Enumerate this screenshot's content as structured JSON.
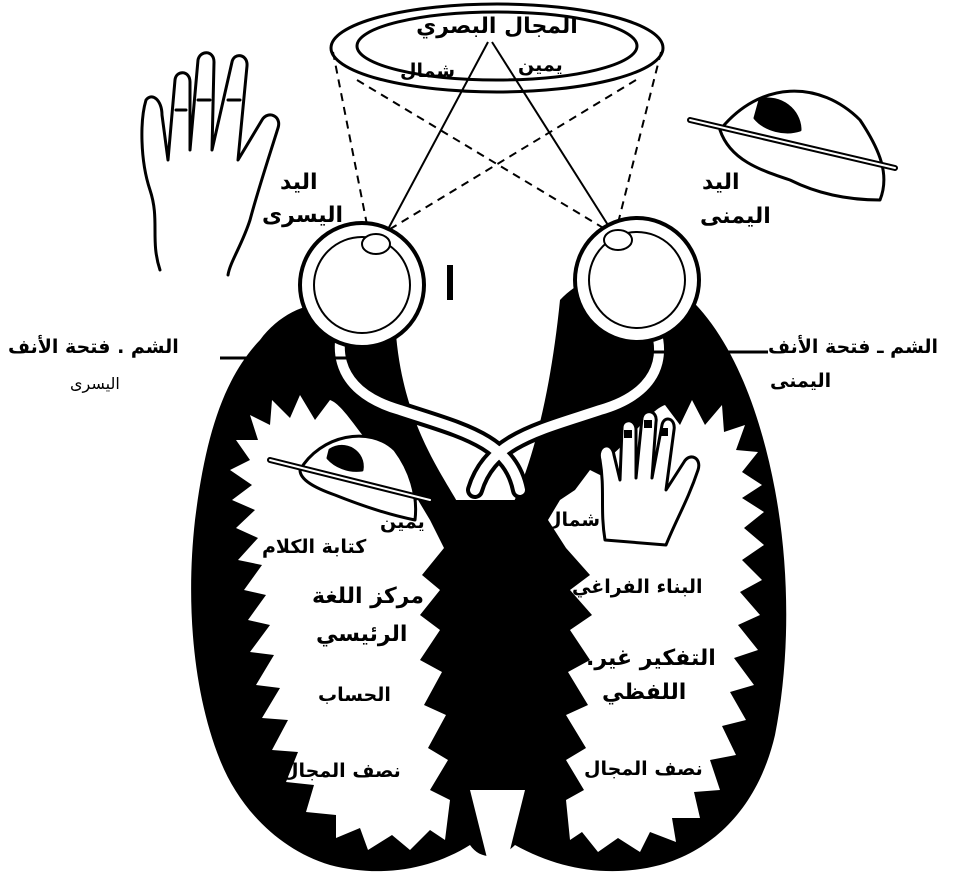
{
  "visual_field": {
    "title": "المجال البصري",
    "right": "يمين",
    "left": "شمال"
  },
  "left_hand": {
    "line1": "اليد",
    "line2": "اليسرى"
  },
  "right_hand": {
    "line1": "اليد",
    "line2": "اليمنى"
  },
  "smell_left": {
    "line1": "الشم . فتحة الأنف",
    "line2": "اليسرى"
  },
  "smell_right": {
    "line1": "الشم ـ فتحة الأنف",
    "line2": "اليمنى"
  },
  "left_hemisphere": {
    "right_word": "يمين",
    "writing": "كتابة الكلام",
    "language_1": "مركز اللغة",
    "language_2": "الرئيسي",
    "arithmetic": "الحساب",
    "half_field": "نصف المجال"
  },
  "right_hemisphere": {
    "left_word": "شمال",
    "spatial": "البناء الفراغي",
    "nonverbal_1": "التفكير غير.",
    "nonverbal_2": "اللفظي",
    "half_field": "نصف المجال"
  },
  "colors": {
    "ink": "#000000",
    "paper": "#ffffff"
  }
}
